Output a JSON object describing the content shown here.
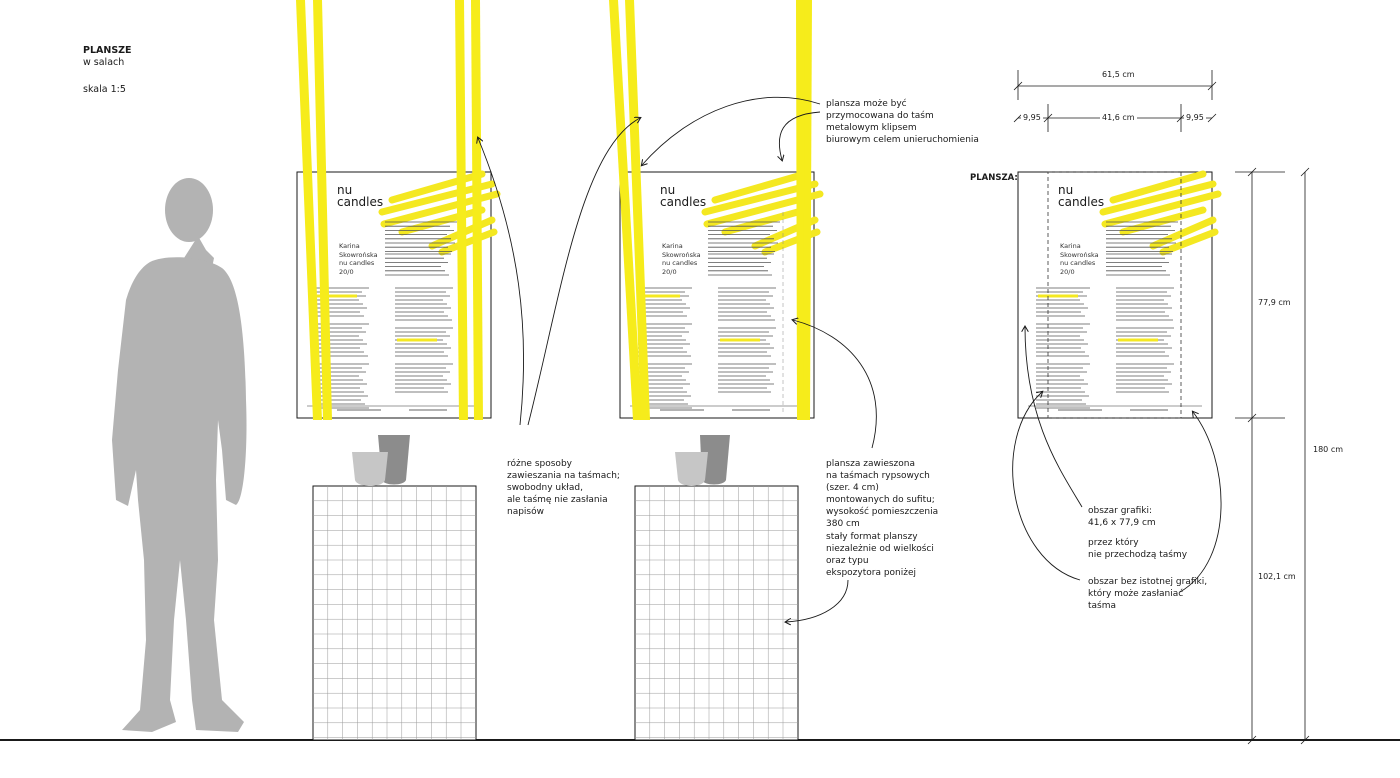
{
  "header": {
    "title_line1": "PLANSZE",
    "title_line2": "w salach",
    "scale": "skala 1:5"
  },
  "board": {
    "title_line1": "nu",
    "title_line2": "candles",
    "author_line1": "Karina",
    "author_line2": "Skowrońska",
    "author_line3": "nu candles",
    "author_line4": "20/0"
  },
  "annotations": {
    "clip_note": [
      "plansza może być",
      "przymocowana do taśm",
      "metalowym klipsem",
      "biurowym celem unieruchomienia"
    ],
    "straps_note": [
      "różne sposoby",
      "zawieszania na taśmach;",
      "swobodny układ,",
      "ale taśmę nie zasłania",
      "napisów"
    ],
    "hanging_note": [
      "plansza zawieszona",
      "na taśmach rypsowych",
      "(szer. 4 cm)",
      "montowanych do sufitu;",
      "wysokość pomieszczenia",
      "380 cm"
    ],
    "format_note": [
      "stały format planszy",
      "niezależnie od wielkości",
      "oraz typu",
      "ekspozytora poniżej"
    ],
    "graphics_area_note": [
      "obszar grafiki:",
      "41,6 x 77,9 cm",
      "",
      "przez który",
      "nie przechodzą taśmy"
    ],
    "free_area_note": [
      "obszar bez istotnej grafiki,",
      "który może zasłaniać",
      "taśma"
    ]
  },
  "plansza_label": "PLANSZA:",
  "dimensions": {
    "total_width": "61,5 cm",
    "left_margin": "9,95",
    "graphic_width": "41,6 cm",
    "right_margin": "9,95",
    "board_height": "77,9 cm",
    "hang_height": "180 cm",
    "floor_to_board": "102,1 cm"
  },
  "colors": {
    "strap": "#f6ec1b",
    "highlight": "#f4e821",
    "silhouette": "#b3b3b3",
    "line": "#1a1a1a",
    "grid": "#9a9a9a",
    "vase_light": "#c6c6c6",
    "vase_dark": "#8c8c8c"
  }
}
